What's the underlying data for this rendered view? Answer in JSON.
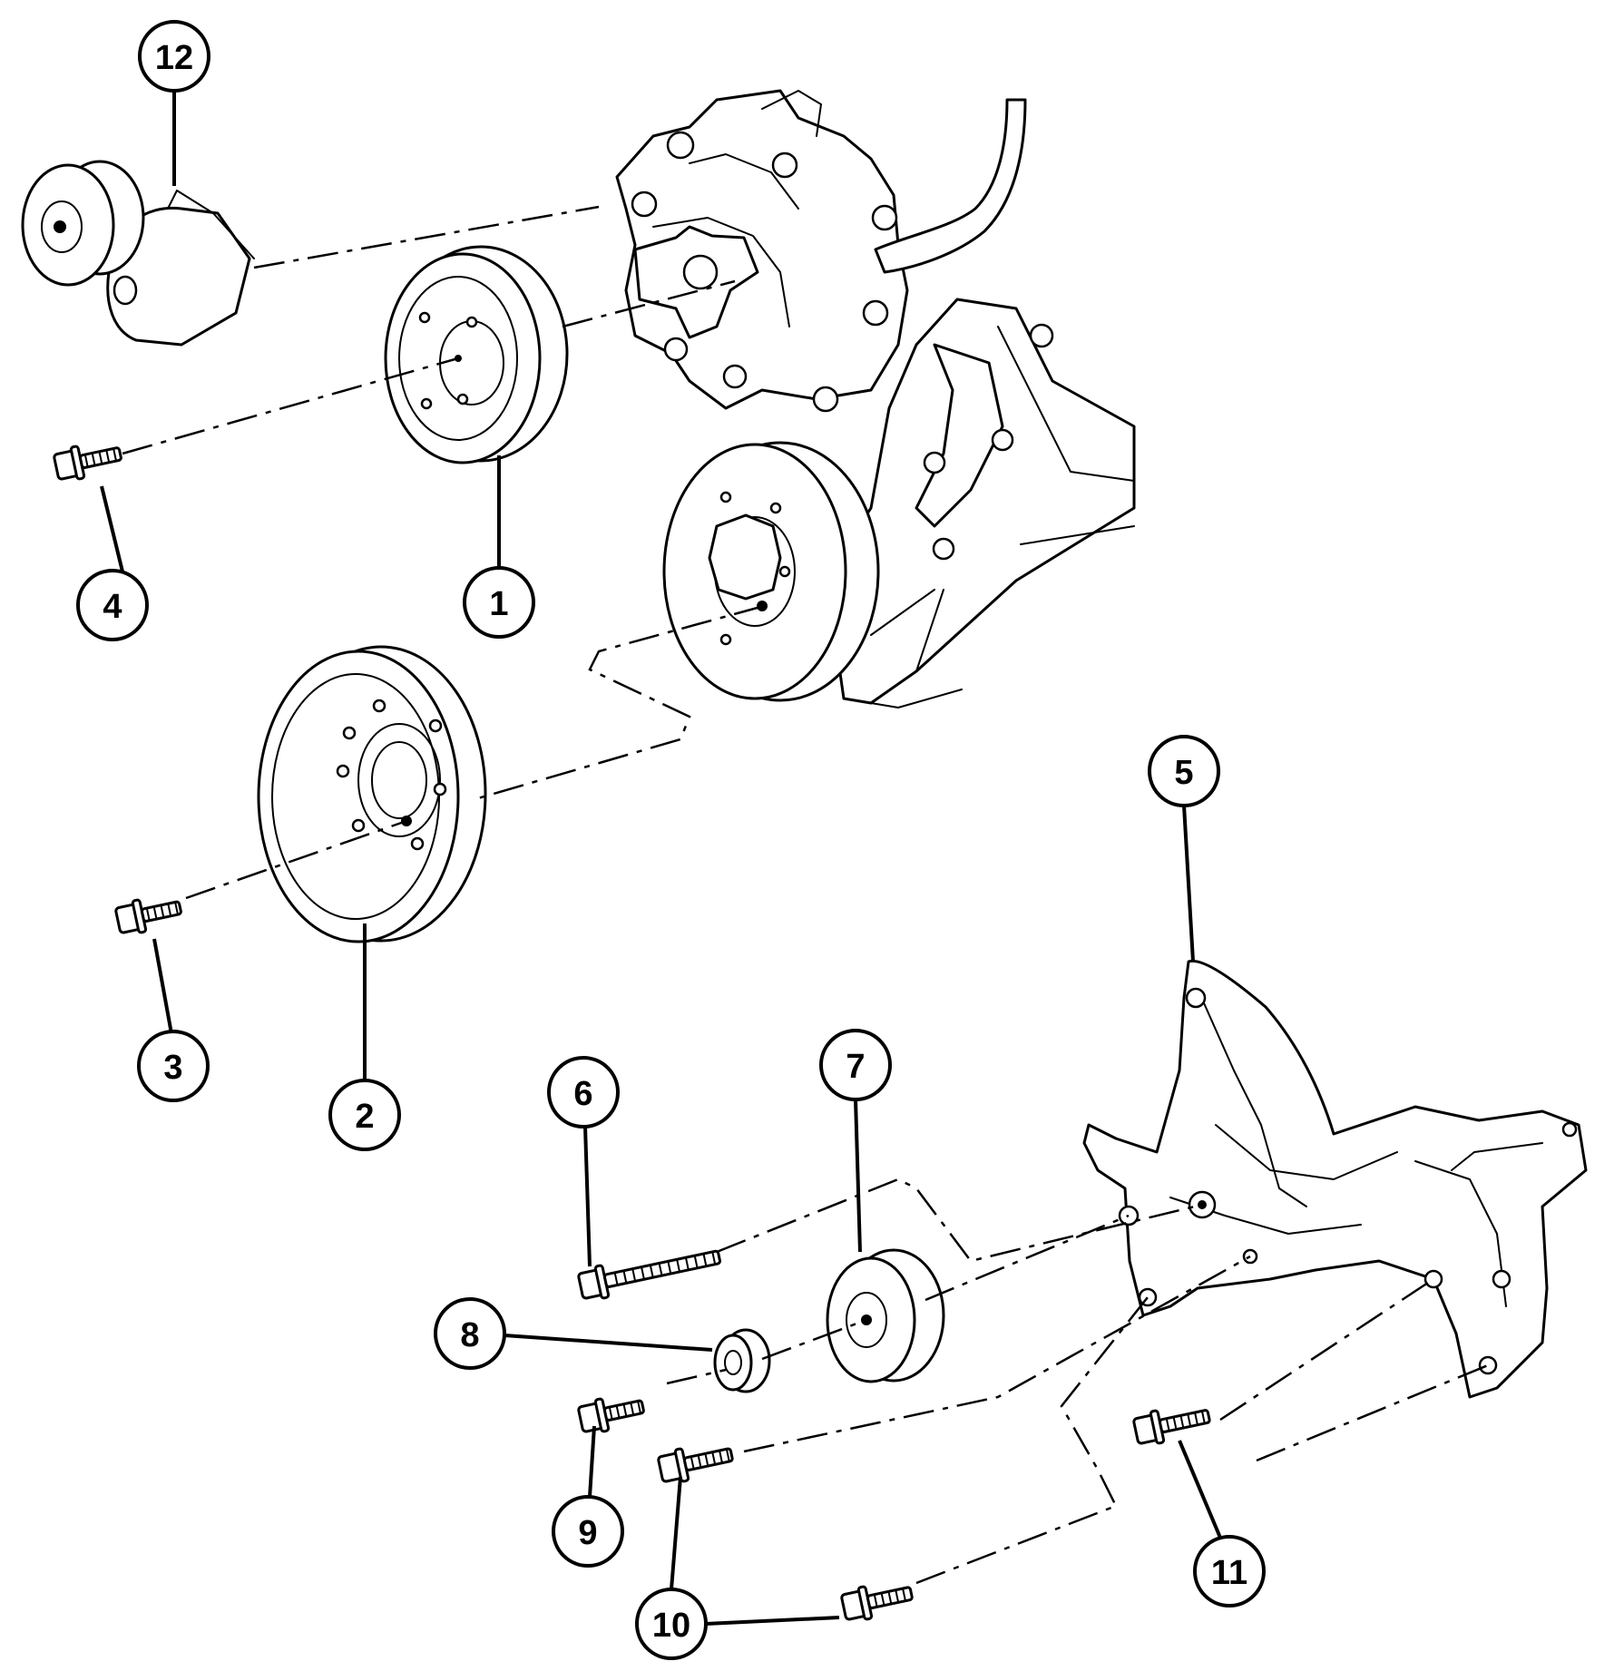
{
  "callouts": {
    "c1": "1",
    "c2": "2",
    "c3": "3",
    "c4": "4",
    "c5": "5",
    "c6": "6",
    "c7": "7",
    "c8": "8",
    "c9": "9",
    "c10a": "10",
    "c10b": "10",
    "c11": "11",
    "c12": "12"
  }
}
